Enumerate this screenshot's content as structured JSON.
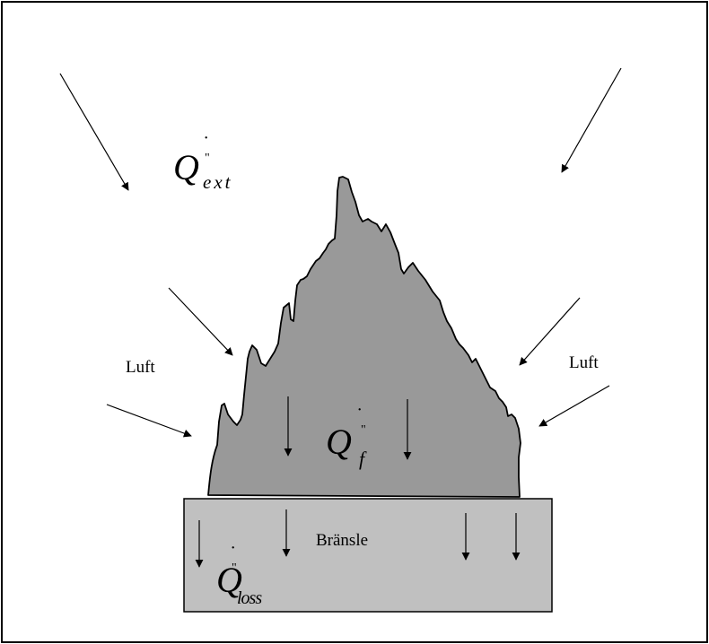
{
  "colors": {
    "background": "#ffffff",
    "frame": "#000000",
    "flame_fill": "#999999",
    "fuel_fill": "#c0c0c0",
    "stroke": "#000000"
  },
  "labels": {
    "air_left": "Luft",
    "air_right": "Luft",
    "fuel": "Bränsle"
  },
  "symbols": {
    "q_ext": {
      "base": "Q",
      "dot": "˙",
      "prime": "\"",
      "subscript": "ext"
    },
    "q_f": {
      "base": "Q",
      "dot": "˙",
      "prime": "\"",
      "subscript": "f"
    },
    "q_loss": {
      "base": "Q",
      "dot": "˙",
      "prime": "\"",
      "subscript": "loss"
    }
  }
}
